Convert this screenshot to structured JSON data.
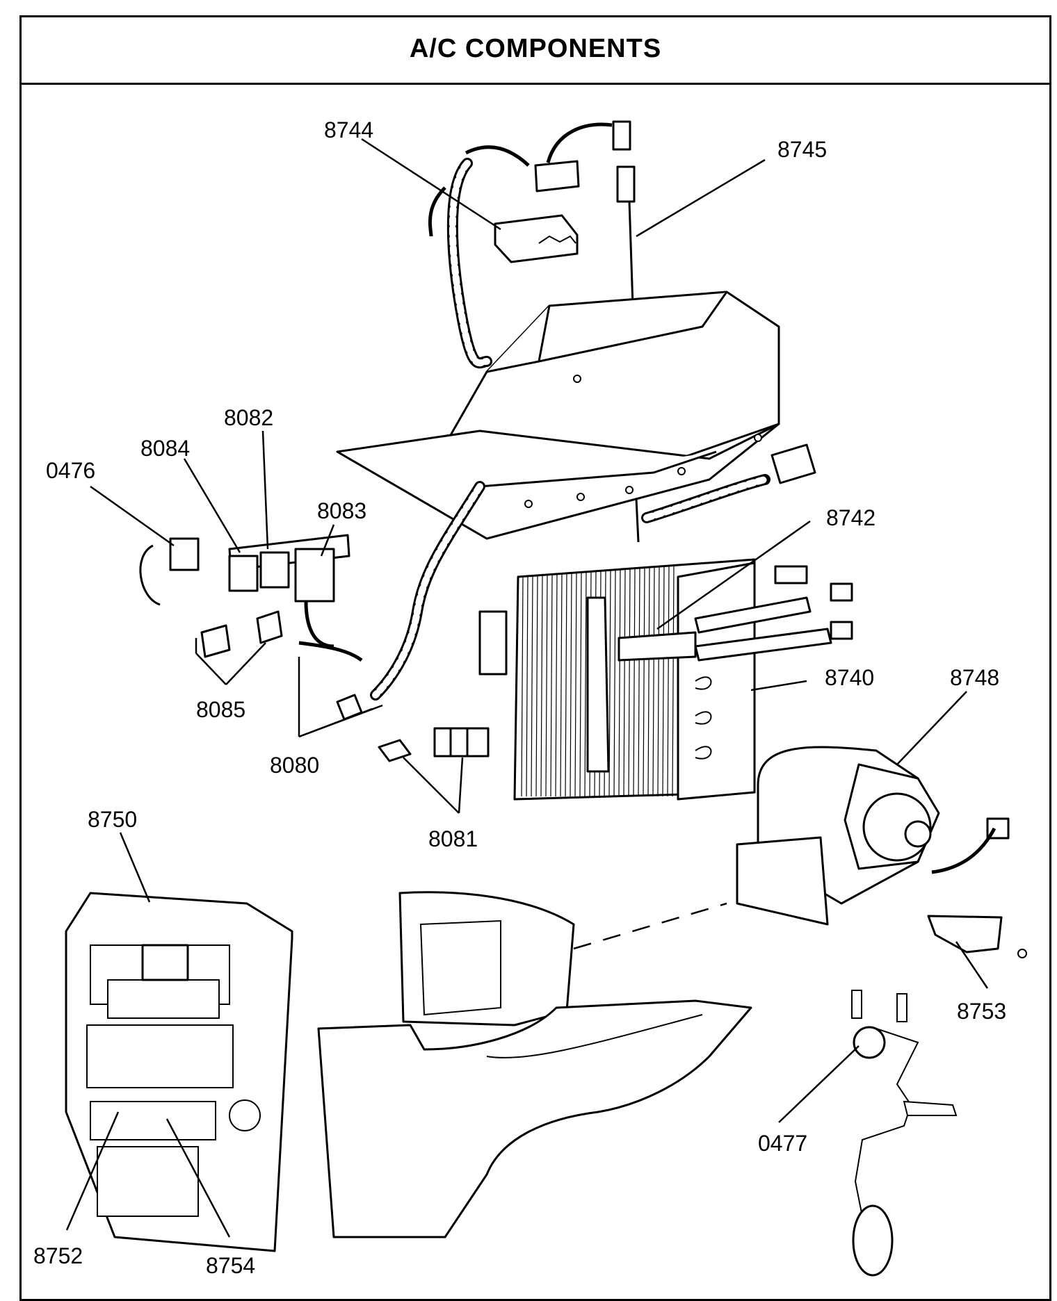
{
  "header": {
    "title": "A/C COMPONENTS"
  },
  "callouts": [
    {
      "id": "8744",
      "label": "8744"
    },
    {
      "id": "8745",
      "label": "8745"
    },
    {
      "id": "8082",
      "label": "8082"
    },
    {
      "id": "8084",
      "label": "8084"
    },
    {
      "id": "0476",
      "label": "0476"
    },
    {
      "id": "8083",
      "label": "8083"
    },
    {
      "id": "8742",
      "label": "8742"
    },
    {
      "id": "8740",
      "label": "8740"
    },
    {
      "id": "8748",
      "label": "8748"
    },
    {
      "id": "8085",
      "label": "8085"
    },
    {
      "id": "8080",
      "label": "8080"
    },
    {
      "id": "8081",
      "label": "8081"
    },
    {
      "id": "8750",
      "label": "8750"
    },
    {
      "id": "8753",
      "label": "8753"
    },
    {
      "id": "0477",
      "label": "0477"
    },
    {
      "id": "8752",
      "label": "8752"
    },
    {
      "id": "8754",
      "label": "8754"
    }
  ]
}
